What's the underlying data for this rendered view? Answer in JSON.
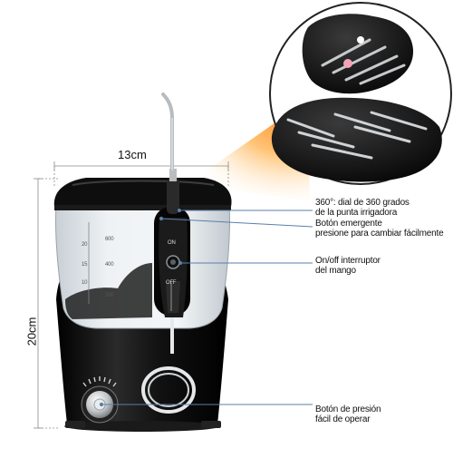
{
  "dimensions": {
    "width": "13cm",
    "height": "20cm"
  },
  "callouts": [
    {
      "line1": "360°:  dial de 360 grados",
      "line2": "de la punta irrigadora"
    },
    {
      "line1": "Botón emergente",
      "line2": "presione para cambiar fácilmente"
    },
    {
      "line1": "On/off interruptor",
      "line2": "del mango"
    },
    {
      "line1": "Botón de presión",
      "line2": "fácil de operar"
    }
  ],
  "handle": {
    "on_label": "ON",
    "off_label": "OFF"
  },
  "tank_scale": {
    "left": [
      "20",
      "15",
      "10"
    ],
    "right": [
      "600",
      "400",
      "200"
    ]
  },
  "colors": {
    "body": "#0d0d0d",
    "glow": "#ff8a00",
    "line": "#5b7fa8",
    "tank": "#dfe5ea"
  }
}
